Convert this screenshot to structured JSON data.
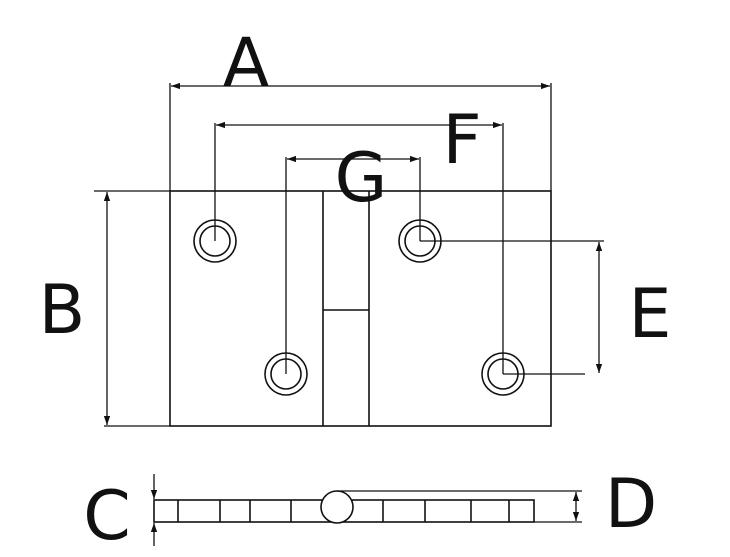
{
  "labels": {
    "overall_width": "A",
    "height": "B",
    "leaf_thickness": "C",
    "knuckle_thickness": "D",
    "hole_vertical_spacing": "E",
    "outer_hole_spacing": "F",
    "inner_hole_spacing": "G"
  },
  "colors": {
    "line": "#111111",
    "background": "#ffffff"
  }
}
